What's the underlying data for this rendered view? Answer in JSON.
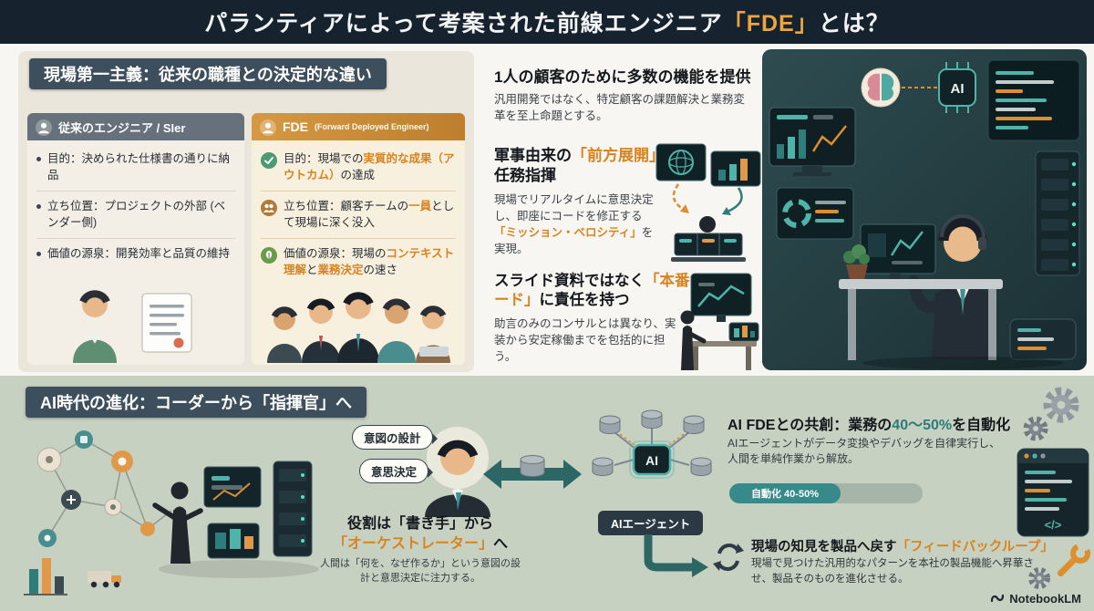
{
  "header": {
    "title_pre": "パランティアによって考案された前線エンジニア",
    "title_hl": "「FDE」",
    "title_post": "とは？"
  },
  "comparison": {
    "section_title": "現場第一主義：従来の職種との決定的な違い",
    "traditional": {
      "header": "従来のエンジニア / SIer",
      "bullets": [
        "目的：決められた仕様書の通りに納品",
        "立ち位置：プロジェクトの外部 (ベンダー側)",
        "価値の源泉：開発効率と品質の維持"
      ]
    },
    "fde": {
      "header_main": "FDE",
      "header_sub": "(Forward Deployed Engineer)",
      "b1": {
        "pre": "目的：現場での",
        "hl": "実質的な成果（アウトカム）",
        "post": "の達成"
      },
      "b2": {
        "pre": "立ち位置：顧客チームの",
        "hl": "一員",
        "post": "として現場に深く没入"
      },
      "b3": {
        "pre": "価値の源泉：現場の",
        "hl1": "コンテキスト理解",
        "mid": "と",
        "hl2": "業務決定",
        "post": "の速さ"
      }
    }
  },
  "points": {
    "p1": {
      "title": "1人の顧客のために多数の機能を提供",
      "body": "汎用開発ではなく、特定顧客の課題解決と業務変革を至上命題とする。"
    },
    "p2": {
      "title_pre": "軍事由来の",
      "title_hl": "「前方展開」",
      "title_post": "と任務指揮",
      "body_pre": "現場でリアルタイムに意思決定し、即座にコードを修正する",
      "body_hl": "「ミッション・ベロシティ」",
      "body_post": "を実現。"
    },
    "p3": {
      "title_pre": "スライド資料ではなく",
      "title_hl": "「本番コード」",
      "title_post": "に責任を持つ",
      "body": "助言のみのコンサルとは異なり、実装から安定稼働までを包括的に担う。"
    }
  },
  "hero": {
    "ai_label": "AI"
  },
  "evolution": {
    "section_title": "AI時代の進化：コーダーから「指揮官」へ",
    "bubble1": "意図の設計",
    "bubble2": "意思決定",
    "role": {
      "line1": "役割は「書き手」から",
      "hl": "「オーケストレーター」",
      "post": "へ",
      "body": "人間は「何を、なぜ作るか」という意図の設計と意思決定に注力する。"
    },
    "agent_core": "AI",
    "agent_badge": "AIエージェント",
    "cocreation": {
      "title_pre": "AI FDEとの共創：業務の",
      "title_hl": "40〜50%",
      "title_post": "を自動化",
      "body": "AIエージェントがデータ変換やデバッグを自律実行し、人間を単純作業から解放。",
      "progress_label": "自動化 40-50%"
    },
    "feedback": {
      "title_pre": "現場の知見を製品へ戻す",
      "title_hl": "「フィードバックループ」",
      "body": "現場で見つけた汎用的なパターンを本社の製品機能へ昇華させ、製品そのものを進化させる。"
    }
  },
  "decor": {
    "code_glyph": "</>"
  },
  "footer": {
    "brand": "NotebookLM"
  },
  "colors": {
    "accent_orange": "#d9831f",
    "accent_orange_bright": "#eda53c",
    "accent_teal": "#2a7d7b",
    "navy": "#16222d",
    "slate": "#3d4e5c",
    "sage": "#c7d1c2"
  }
}
